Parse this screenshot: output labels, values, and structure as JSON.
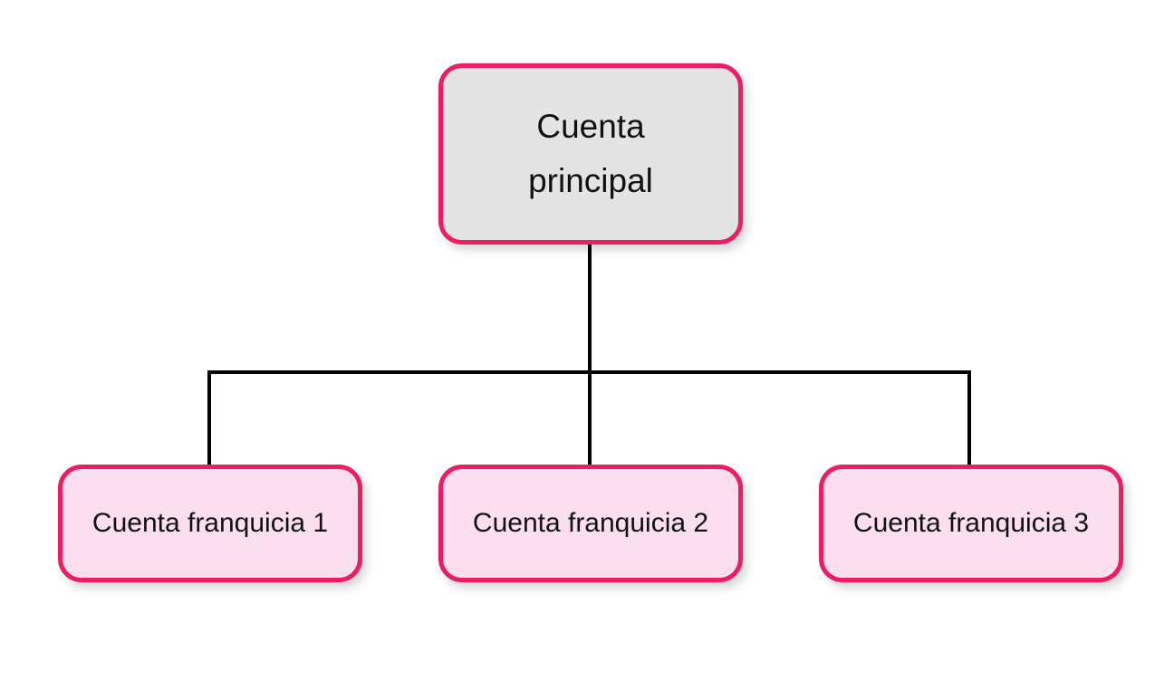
{
  "diagram": {
    "type": "org-tree",
    "root": {
      "label": "Cuenta principal"
    },
    "children": [
      {
        "label": "Cuenta franquicia 1"
      },
      {
        "label": "Cuenta franquicia 2"
      },
      {
        "label": "Cuenta franquicia 3"
      }
    ],
    "colors": {
      "node_border": "#ee1c63",
      "root_fill": "#e4e4e4",
      "child_fill": "#fbdfef",
      "connector": "#000000",
      "background": "#ffffff",
      "text": "#111111"
    }
  }
}
